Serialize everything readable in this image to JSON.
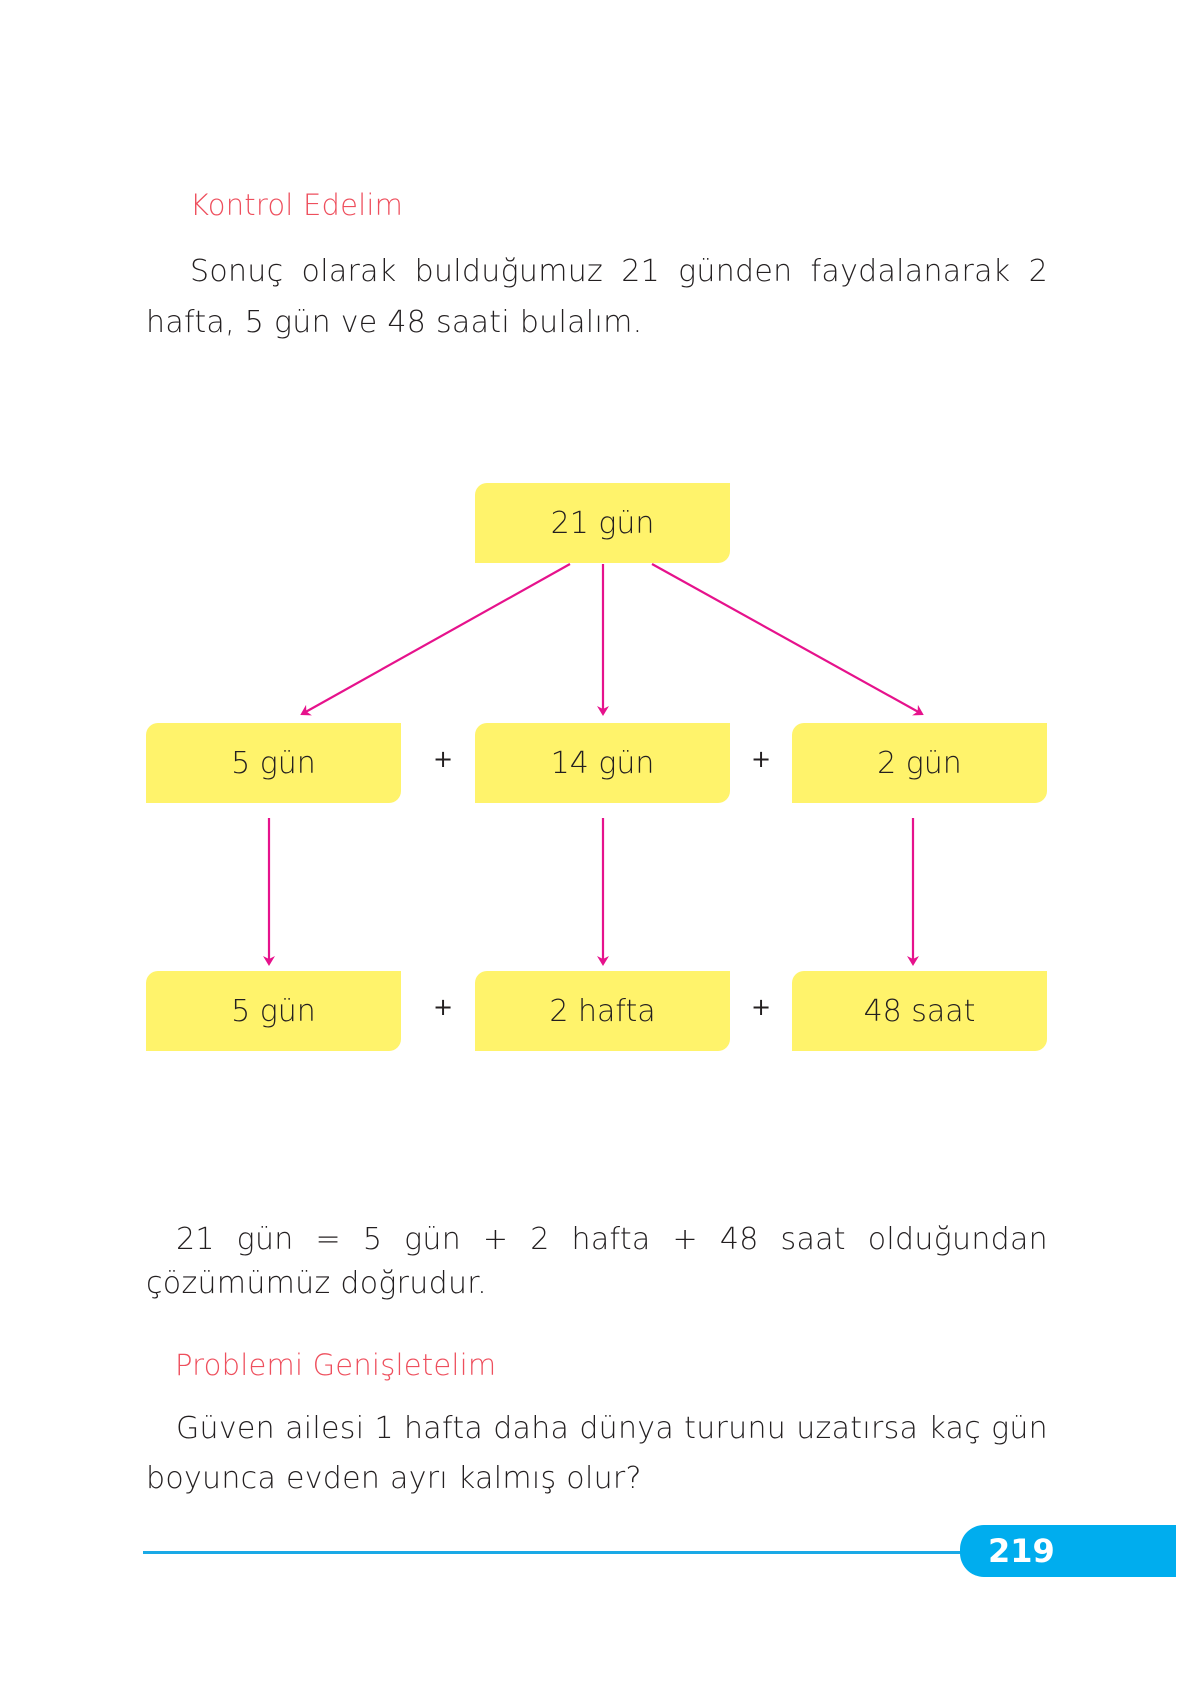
{
  "section1": {
    "heading": "Kontrol Edelim",
    "paragraph": "Sonuç olarak bulduğumuz 21 günden faydalanarak 2 hafta, 5 gün ve 48 saati bulalım."
  },
  "diagram": {
    "top": "21 gün",
    "row2": [
      "5 gün",
      "14 gün",
      "2 gün"
    ],
    "row3": [
      "5 gün",
      "2 hafta",
      "48 saat"
    ],
    "operator": "+",
    "colors": {
      "box": "#fff36b",
      "arrow": "#e6128c"
    }
  },
  "section2": {
    "paragraph": "21 gün = 5 gün + 2 hafta + 48 saat olduğundan çözümümüz doğrudur."
  },
  "section3": {
    "heading": "Problemi Genişletelim",
    "paragraph": "Güven ailesi 1 hafta daha dünya turunu uzatırsa kaç gün boyunca evden ayrı kalmış olur?"
  },
  "footer": {
    "page_number": "219",
    "accent": "#00adee"
  }
}
